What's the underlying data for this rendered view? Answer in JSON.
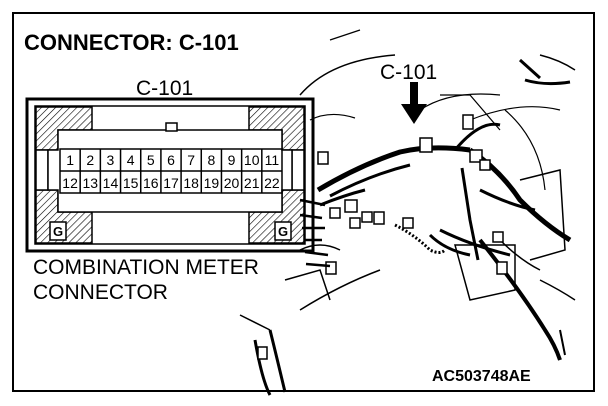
{
  "title": "CONNECTOR: C-101",
  "connector_label_left": "C-101",
  "connector_label_right": "C-101",
  "caption_line1": "COMBINATION METER",
  "caption_line2": "CONNECTOR",
  "part_number": "AC503748AE",
  "ground_label": "G",
  "pins_top_row": [
    "1",
    "2",
    "3",
    "4",
    "5",
    "6",
    "7",
    "8",
    "9",
    "10",
    "11"
  ],
  "pins_bottom_row": [
    "12",
    "13",
    "14",
    "15",
    "16",
    "17",
    "18",
    "19",
    "20",
    "21",
    "22"
  ],
  "icons": [
    "connector-face-diagram",
    "harness-photo-illustration",
    "pointer-arrow"
  ]
}
